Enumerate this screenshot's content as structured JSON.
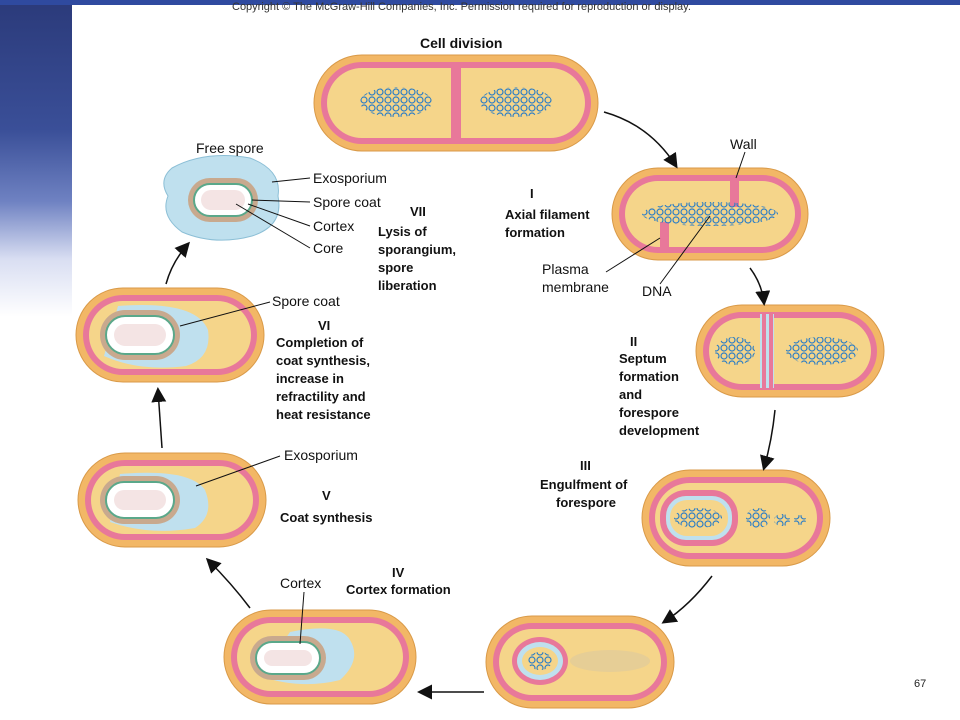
{
  "header": {
    "copyright": "Copyright © The McGraw-Hill Companies, Inc. Permission required for reproduction or display."
  },
  "stages": {
    "division": {
      "title": "Cell division"
    },
    "s1": {
      "num": "I",
      "line1": "Axial filament",
      "line2": "formation"
    },
    "s2": {
      "num": "II",
      "line1": "Septum",
      "line2": "formation",
      "line3": "and",
      "line4": "forespore",
      "line5": "development"
    },
    "s3": {
      "num": "III",
      "line1": "Engulfment of",
      "line2": "forespore"
    },
    "s4": {
      "num": "IV",
      "line1": "Cortex formation"
    },
    "s5": {
      "num": "V",
      "line1": "Coat synthesis"
    },
    "s6": {
      "num": "VI",
      "line1": "Completion of",
      "line2": "coat synthesis,",
      "line3": "increase in",
      "line4": "refractility and",
      "line5": "heat resistance"
    },
    "s7": {
      "num": "VII",
      "line1": "Lysis of",
      "line2": "sporangium,",
      "line3": "spore",
      "line4": "liberation"
    }
  },
  "labels": {
    "wall": "Wall",
    "plasma1": "Plasma",
    "plasma2": "membrane",
    "dna": "DNA",
    "free_spore": "Free spore",
    "exosporium": "Exosporium",
    "spore_coat": "Spore coat",
    "cortex": "Cortex",
    "core": "Core",
    "spore_coat_vi": "Spore coat",
    "exosporium_v": "Exosporium",
    "cortex_iv": "Cortex"
  },
  "footer": {
    "page_number": "67"
  },
  "colors": {
    "wall": "#f2b766",
    "membrane": "#e8789a",
    "cytoplasm": "#f5d58a",
    "dna": "#3a8fd0",
    "exosporium": "#bfe0ee",
    "coat": "#c8a98e"
  }
}
